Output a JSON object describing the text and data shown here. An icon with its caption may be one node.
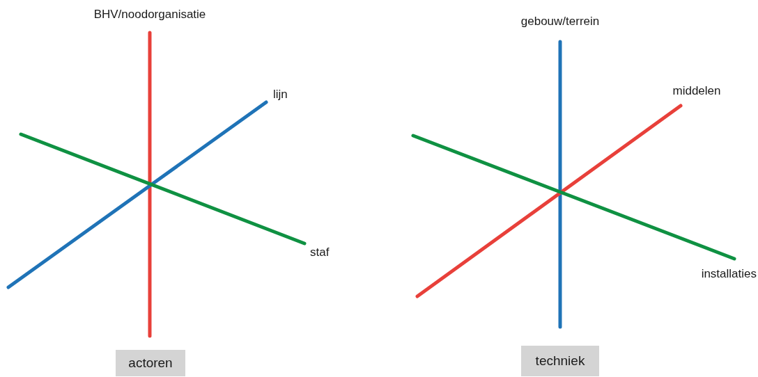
{
  "diagram": {
    "nodes": [
      {
        "text": [
          "BHV/noodorganisatie"
        ]
      },
      {
        "text": [
          "lijn"
        ]
      },
      {
        "text": [
          "staf"
        ]
      },
      {
        "text": [
          "actoren"
        ]
      },
      {
        "text": [
          "gebouw/terrein"
        ]
      },
      {
        "text": [
          "middelen"
        ]
      },
      {
        "text": [
          "installaties"
        ]
      },
      {
        "text": [
          "techniek"
        ]
      }
    ],
    "edges": [
      {
        "from": null,
        "to": 0,
        "arrow": "none",
        "color": "#e8403a"
      },
      {
        "from": null,
        "to": 1,
        "arrow": "none",
        "color": "#1f73b7"
      },
      {
        "from": null,
        "to": 2,
        "arrow": "none",
        "color": "#0f9142"
      },
      {
        "from": null,
        "to": 4,
        "arrow": "none",
        "color": "#1f73b7"
      },
      {
        "from": null,
        "to": 5,
        "arrow": "none",
        "color": "#e8403a"
      },
      {
        "from": null,
        "to": 6,
        "arrow": "none",
        "color": "#0f9142"
      }
    ]
  }
}
